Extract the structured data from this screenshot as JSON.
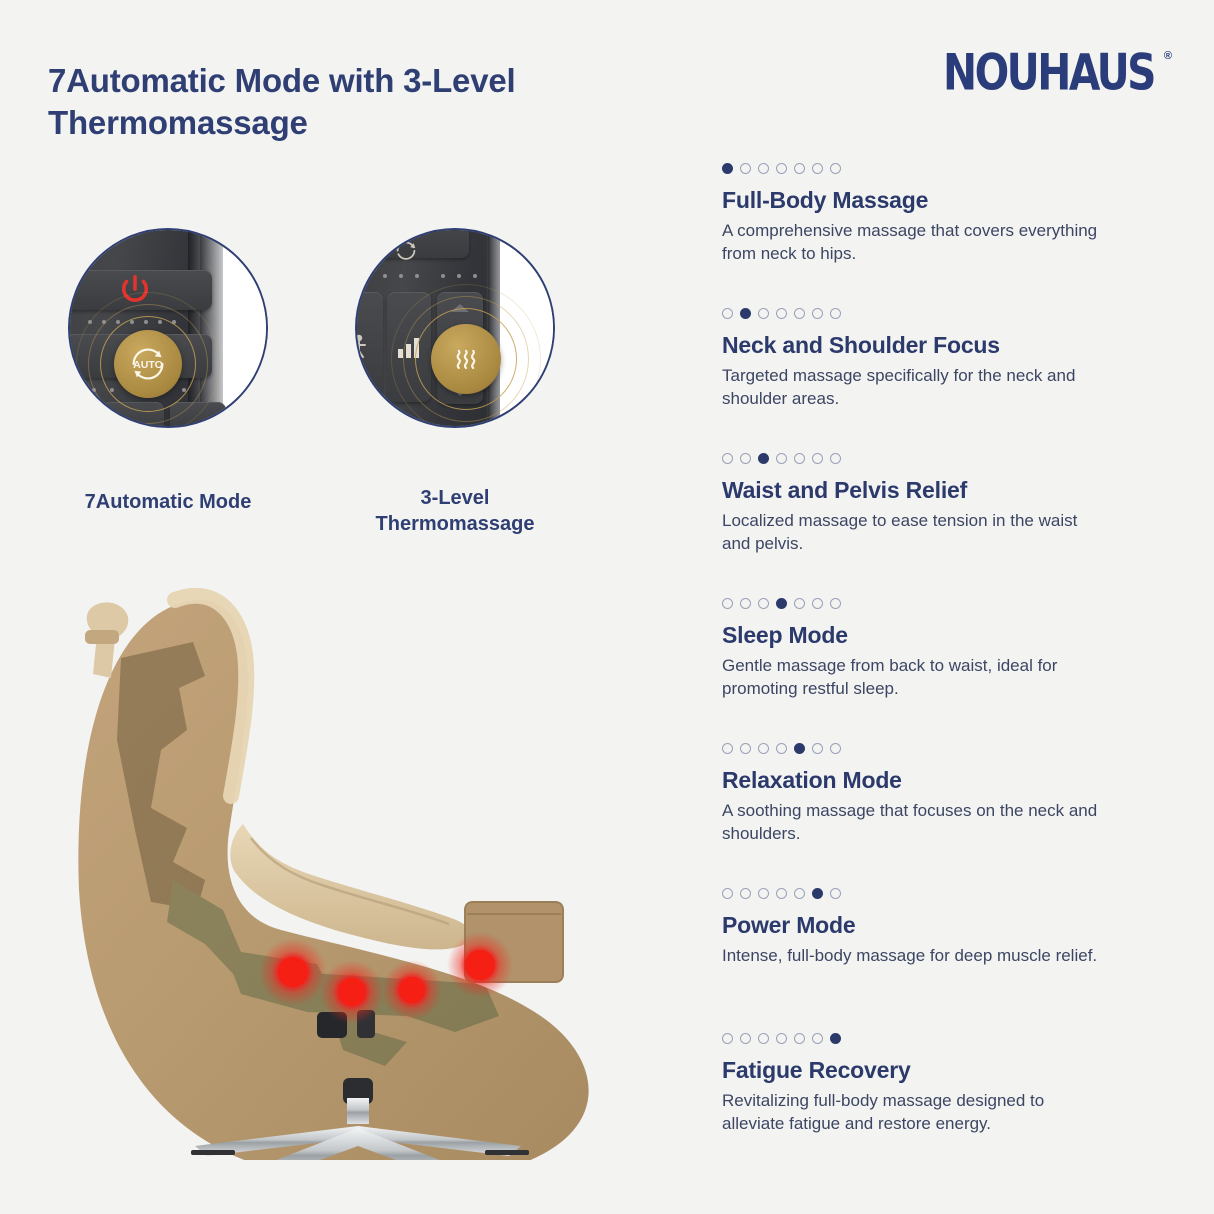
{
  "background_color": "#f3f3f2",
  "accent_navy": "#2b3a6b",
  "accent_gold": "#b8923f",
  "heat_red": "#f02020",
  "header": {
    "title": "7Automatic Mode with 3-Level\nThermomassage",
    "brand": "NOUHAUS",
    "brand_tm": "®"
  },
  "feature_photos": [
    {
      "caption": "7Automatic Mode",
      "icon": "auto-mode-button",
      "button_label": "AUTO",
      "power_icon": "power-icon"
    },
    {
      "caption": "3-Level\nThermomassage",
      "icon": "heat-wave-button",
      "button_label": "",
      "power_icon": ""
    }
  ],
  "chair": {
    "name": "massage-chair-cutaway",
    "upholstery_color": "#bc9c72",
    "accent_color": "#e0cba8",
    "base_color": "#c9ccce",
    "heat_nodes": 4
  },
  "features": [
    {
      "index": 1,
      "title": "Full-Body Massage",
      "description": "A comprehensive massage that covers everything from neck to hips."
    },
    {
      "index": 2,
      "title": "Neck and Shoulder Focus",
      "description": "Targeted massage specifically for the neck and shoulder areas."
    },
    {
      "index": 3,
      "title": "Waist and Pelvis Relief",
      "description": "Localized massage to ease tension in the waist and pelvis."
    },
    {
      "index": 4,
      "title": "Sleep Mode",
      "description": "Gentle massage from back to waist, ideal for promoting restful sleep."
    },
    {
      "index": 5,
      "title": "Relaxation Mode",
      "description": "A soothing massage that focuses on the neck and shoulders."
    },
    {
      "index": 6,
      "title": "Power Mode",
      "description": "Intense, full-body massage for deep muscle relief."
    },
    {
      "index": 7,
      "title": "Fatigue Recovery",
      "description": "Revitalizing full-body massage designed to alleviate fatigue and restore energy."
    }
  ],
  "dots_total": 7
}
